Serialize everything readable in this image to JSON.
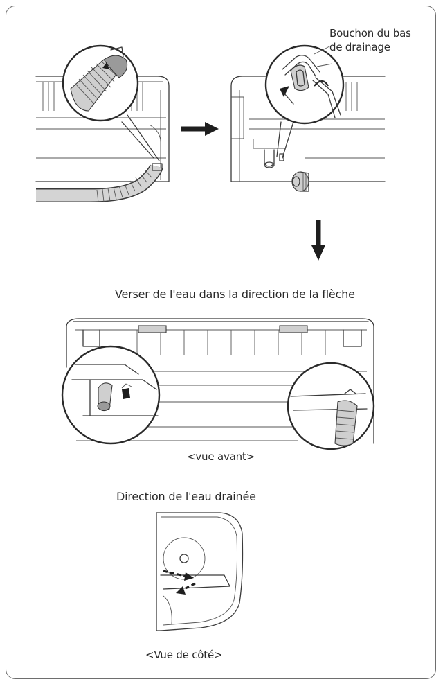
{
  "labels": {
    "drain_plug_line1": "Bouchon du bas",
    "drain_plug_line2": "de drainage",
    "pour_water": "Verser de l'eau dans la direction de la flèche",
    "front_view": "<vue avant>",
    "drained_direction": "Direction de l'eau drainée",
    "side_view": "<Vue de côté>"
  },
  "icons": {
    "step_arrow_right": "arrow-right-icon",
    "step_arrow_down": "arrow-down-icon",
    "water_flow": "dashed-arrow-icon"
  }
}
